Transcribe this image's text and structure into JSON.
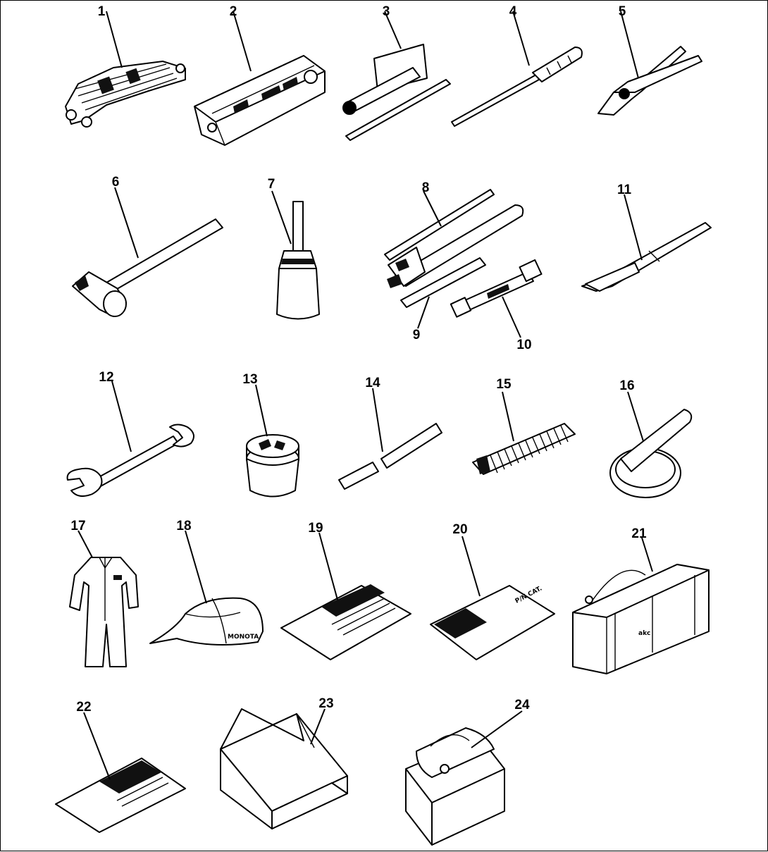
{
  "parts": [
    {
      "id": "part-1",
      "label": "1"
    },
    {
      "id": "part-2",
      "label": "2"
    },
    {
      "id": "part-3",
      "label": "3"
    },
    {
      "id": "part-4",
      "label": "4"
    },
    {
      "id": "part-5",
      "label": "5"
    },
    {
      "id": "part-6",
      "label": "6"
    },
    {
      "id": "part-7",
      "label": "7"
    },
    {
      "id": "part-8",
      "label": "8"
    },
    {
      "id": "part-9",
      "label": "9"
    },
    {
      "id": "part-10",
      "label": "10"
    },
    {
      "id": "part-11",
      "label": "11"
    },
    {
      "id": "part-12",
      "label": "12"
    },
    {
      "id": "part-13",
      "label": "13"
    },
    {
      "id": "part-14",
      "label": "14"
    },
    {
      "id": "part-15",
      "label": "15"
    },
    {
      "id": "part-16",
      "label": "16"
    },
    {
      "id": "part-17",
      "label": "17"
    },
    {
      "id": "part-18",
      "label": "18"
    },
    {
      "id": "part-19",
      "label": "19"
    },
    {
      "id": "part-20",
      "label": "20"
    },
    {
      "id": "part-21",
      "label": "21"
    },
    {
      "id": "part-22",
      "label": "22"
    },
    {
      "id": "part-23",
      "label": "23"
    },
    {
      "id": "part-24",
      "label": "24"
    }
  ]
}
